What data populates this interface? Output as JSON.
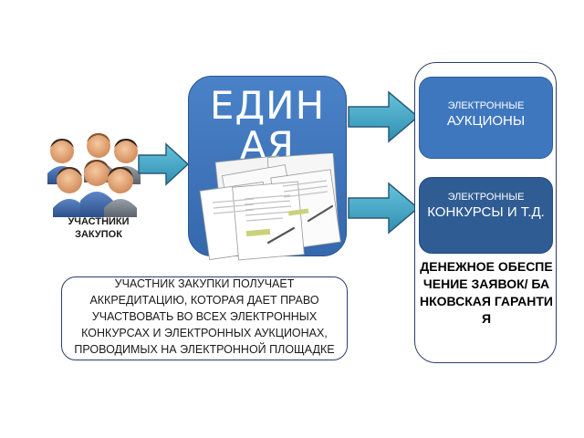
{
  "participants": {
    "label": "УЧАСТНИКИ ЗАКУПОК"
  },
  "center": {
    "title": "ЕДИНАЯ"
  },
  "right": {
    "auctions": {
      "line1": "ЭЛЕКТРОННЫЕ",
      "line2": "АУКЦИОНЫ"
    },
    "contests": {
      "line1": "ЭЛЕКТРОННЫЕ",
      "line2": "КОНКУРСЫ И Т.Д."
    },
    "guarantee": "ДЕНЕЖНОЕ ОБЕСПЕЧЕНИЕ ЗАЯВОК/ БАНКОВСКАЯ ГАРАНТИЯ"
  },
  "note": {
    "text": "УЧАСТНИК ЗАКУПКИ ПОЛУЧАЕТ АККРЕДИТАЦИЮ, КОТОРАЯ ДАЕТ ПРАВО УЧАСТВОВАТЬ ВО ВСЕХ ЭЛЕКТРОННЫХ КОНКУРСАХ И ЭЛЕКТРОННЫХ АУКЦИОНАХ, ПРОВОДИМЫХ НА ЭЛЕКТРОННОЙ ПЛОЩАДКЕ"
  },
  "colors": {
    "block_blue": "#3f77bf",
    "block_dark_blue": "#2f5c93",
    "arrow_teal": "#3aa0c0",
    "outline_navy": "#2a3f6b"
  },
  "icons": [
    "people-group-icon",
    "documents-stack-icon",
    "arrow-right-icon"
  ]
}
